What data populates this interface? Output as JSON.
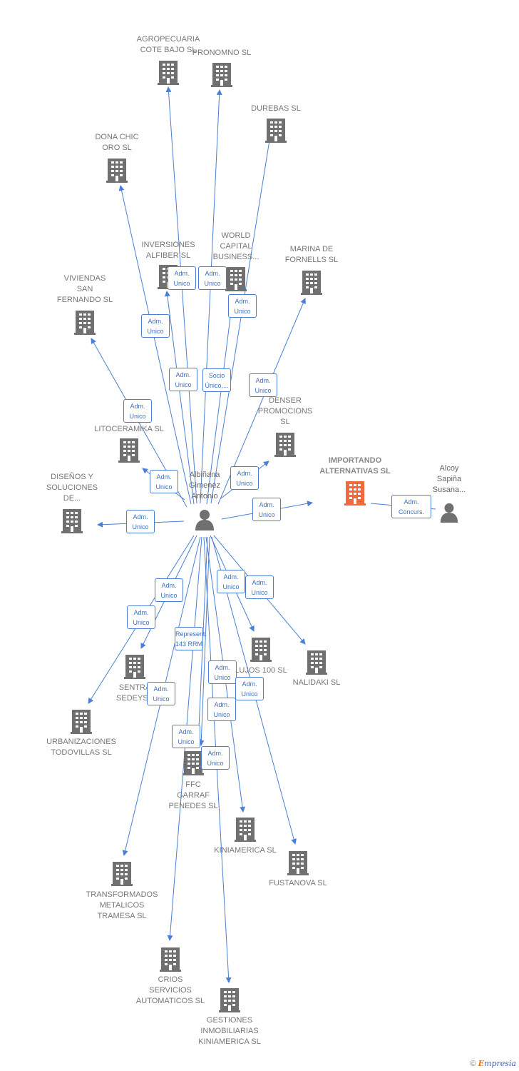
{
  "center": {
    "label": "Albiñana\nGimenez\nAntonio"
  },
  "companies": [
    {
      "id": "agropecuaria",
      "label": "AGROPECUARIA\nCOTE BAJO SL",
      "main": false
    },
    {
      "id": "pronomno",
      "label": "PRONOMNO SL",
      "main": false
    },
    {
      "id": "durebas",
      "label": "DUREBAS SL",
      "main": false
    },
    {
      "id": "dona-chic",
      "label": "DONA CHIC\nORO SL",
      "main": false
    },
    {
      "id": "inversiones",
      "label": "INVERSIONES\nALFIBER SL",
      "main": false
    },
    {
      "id": "world-capital",
      "label": "WORLD\nCAPITAL\nBUSINESS...",
      "main": false
    },
    {
      "id": "marina",
      "label": "MARINA DE\nFORNELLS SL",
      "main": false
    },
    {
      "id": "viviendas",
      "label": "VIVIENDAS\nSAN\nFERNANDO SL",
      "main": false
    },
    {
      "id": "denser",
      "label": "DENSER\nPROMOCIONS\nSL",
      "main": false
    },
    {
      "id": "litoceramika",
      "label": "LITOCERAMIKA SL",
      "main": false
    },
    {
      "id": "importando",
      "label": "IMPORTANDO\nALTERNATIVAS SL",
      "main": true
    },
    {
      "id": "disenos",
      "label": "DISEÑOS Y\nSOLUCIONES\nDE...",
      "main": false
    },
    {
      "id": "lujos",
      "label": "LUJOS 100 SL",
      "main": false
    },
    {
      "id": "nalidaki",
      "label": "NALIDAKI SL",
      "main": false
    },
    {
      "id": "sentra",
      "label": "SENTRA\nSEDEYSA",
      "main": false
    },
    {
      "id": "urbanizaciones",
      "label": "URBANIZACIONES\nTODOVILLAS SL",
      "main": false
    },
    {
      "id": "ffc",
      "label": "FFC\nGARRAF\nPENEDES SL",
      "main": false
    },
    {
      "id": "kiniamerica",
      "label": "KINIAMERICA SL",
      "main": false
    },
    {
      "id": "fustanova",
      "label": "FUSTANOVA SL",
      "main": false
    },
    {
      "id": "transformados",
      "label": "TRANSFORMADOS\nMETALICOS\nTRAMESA SL",
      "main": false
    },
    {
      "id": "crios",
      "label": "CRIOS\nSERVICIOS\nAUTOMATICOS SL",
      "main": false
    },
    {
      "id": "gestiones",
      "label": "GESTIONES\nINMOBILIARIAS\nKINIAMERICA SL",
      "main": false
    }
  ],
  "persons": [
    {
      "id": "alcoy",
      "label": "Alcoy\nSapiña\nSusana..."
    }
  ],
  "edges": [
    {
      "to": "agropecuaria",
      "label": "Adm.\nUnico"
    },
    {
      "to": "pronomno",
      "label": "Adm.\nUnico"
    },
    {
      "to": "durebas",
      "label": "Adm.\nUnico"
    },
    {
      "to": "dona-chic",
      "label": "Adm.\nUnico"
    },
    {
      "to": "inversiones",
      "label": "Adm.\nUnico"
    },
    {
      "to": "world-capital",
      "label": "Socio\nÚnico,..."
    },
    {
      "to": "marina",
      "label": "Adm.\nUnico"
    },
    {
      "to": "viviendas",
      "label": "Adm.\nUnico"
    },
    {
      "to": "denser",
      "label": "Adm.\nUnico"
    },
    {
      "to": "litoceramika",
      "label": "Adm.\nUnico"
    },
    {
      "to": "importando",
      "label": "Adm.\nUnico"
    },
    {
      "to": "disenos",
      "label": "Adm.\nUnico"
    },
    {
      "to": "lujos",
      "label": "Adm.\nUnico"
    },
    {
      "to": "nalidaki",
      "label": "Adm.\nUnico"
    },
    {
      "to": "sentra",
      "label": "Adm.\nUnico"
    },
    {
      "to": "urbanizaciones",
      "label": "Adm.\nUnico"
    },
    {
      "to": "ffc",
      "label": "Adm.\nUnico"
    },
    {
      "to": "ffc",
      "label": "Adm.\nUnico"
    },
    {
      "to": "kiniamerica",
      "label": "Adm.\nUnico"
    },
    {
      "to": "fustanova",
      "label": "Adm.\nUnico"
    },
    {
      "to": "transformados",
      "label": "Adm.\nUnico"
    },
    {
      "to": "crios",
      "label": "Represent.\n143 RRM"
    },
    {
      "to": "gestiones",
      "label": "Adm.\nUnico"
    }
  ],
  "person_edge": {
    "from": "alcoy",
    "to": "importando",
    "label": "Adm.\nConcurs."
  },
  "colors": {
    "edge": "#4a7fd4",
    "building": "#707070",
    "main_building": "#f26a3c",
    "person": "#707070"
  },
  "footer": {
    "copyright": "©",
    "brand_e": "E",
    "brand_rest": "mpresia"
  }
}
